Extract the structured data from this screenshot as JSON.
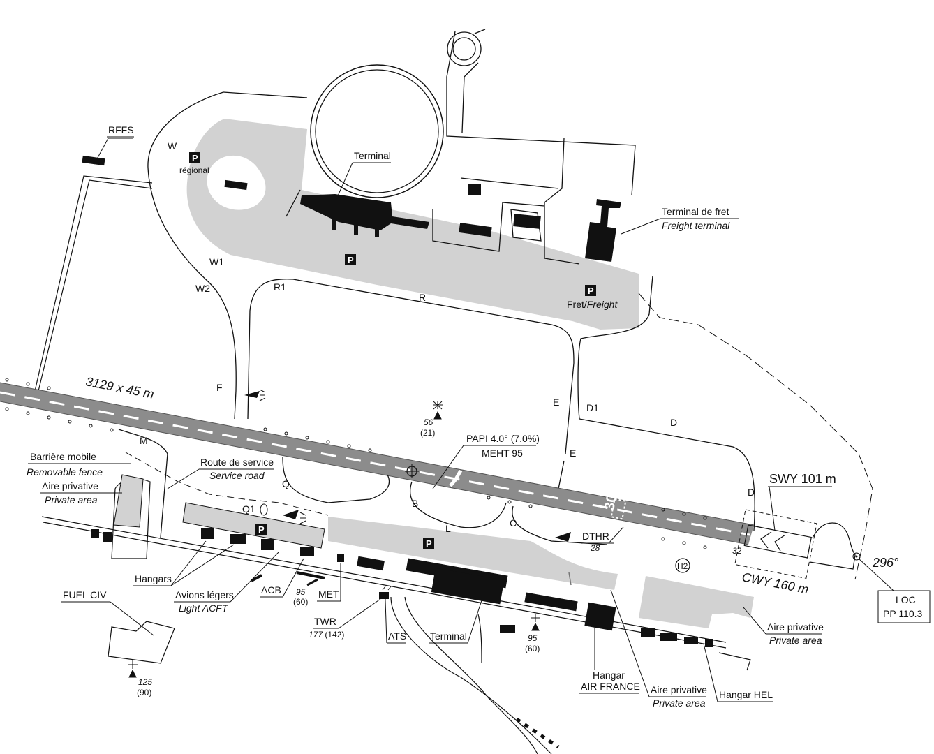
{
  "runway": {
    "dimensions": "3129 x 45 m",
    "designator": "30",
    "threshold_elev": "32",
    "dthr_label": "DTHR",
    "dthr_elev": "28",
    "papi": "PAPI 4.0° (7.0%)",
    "meht": "MEHT 95",
    "swy": "SWY 101 m",
    "cwy": "CWY 160 m",
    "bearing": "296°"
  },
  "loc": {
    "line1": "LOC",
    "line2": "PP 110.3"
  },
  "taxiways": {
    "W": "W",
    "W1": "W1",
    "W2": "W2",
    "R1": "R1",
    "R": "R",
    "F": "F",
    "E": "E",
    "E2": "E",
    "D1": "D1",
    "D": "D",
    "D2": "D",
    "M": "M",
    "Q": "Q",
    "Q1": "Q1",
    "B": "B",
    "L": "L",
    "C": "C"
  },
  "parking": {
    "symbol": "P",
    "regional": "régional",
    "fret_fr": "Fret/",
    "fret_en": "Freight"
  },
  "heliport": "H2",
  "labels": {
    "rffs": "RFFS",
    "terminal_top": "Terminal",
    "terminal_fret_fr": "Terminal de fret",
    "terminal_fret_en": "Freight terminal",
    "barriere_fr": "Barrière mobile",
    "barriere_en": "Removable fence",
    "aire_privative_1_fr": "Aire privative",
    "aire_privative_1_en": "Private area",
    "route_service_fr": "Route de service",
    "route_service_en": "Service road",
    "hangars": "Hangars",
    "avions_fr": "Avions légers",
    "avions_en": "Light ACFT",
    "acb": "ACB",
    "met": "MET",
    "twr": "TWR",
    "ats": "ATS",
    "terminal_bottom": "Terminal",
    "fuel": "FUEL CIV",
    "hangar_af_1": "Hangar",
    "hangar_af_2": "AIR FRANCE",
    "aire_privative_2_fr": "Aire privative",
    "aire_privative_2_en": "Private area",
    "aire_privative_3_fr": "Aire privative",
    "aire_privative_3_en": "Private area",
    "hangar_hel": "Hangar HEL"
  },
  "obstacles": {
    "o1_elev": "56",
    "o1_hgt": "(21)",
    "o2_elev": "95",
    "o2_hgt": "(60)",
    "twr_elev": "177",
    "twr_hgt": "(142)",
    "o4_elev": "95",
    "o4_hgt": "(60)",
    "o5_elev": "125",
    "o5_hgt": "(90)"
  }
}
